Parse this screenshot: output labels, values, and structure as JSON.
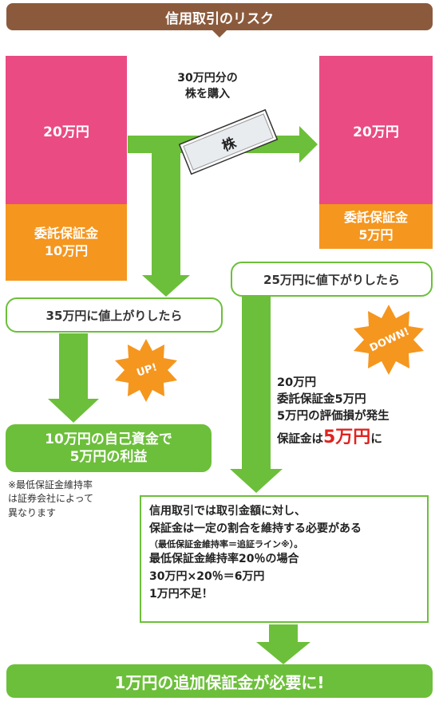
{
  "title": "信用取引のリスク",
  "left_top_box": "20万円",
  "left_margin_label": "委託保証金",
  "left_margin_value": "10万円",
  "purchase_note_line1": "30万円分の",
  "purchase_note_line2": "株を購入",
  "stock_label": "株",
  "right_top_box": "20万円",
  "right_margin_label": "委託保証金",
  "right_margin_value": "5万円",
  "up_scenario": "35万円に値上がりしたら",
  "down_scenario": "25万円に値下がりしたら",
  "up_badge": "UP!",
  "down_badge": "DOWN!",
  "profit_line1": "10万円の自己資金で",
  "profit_line2": "5万円の利益",
  "down_detail": {
    "line1": "20万円",
    "line2": "委託保証金5万円",
    "line3": "5万円の評価損が発生",
    "line4_prefix": "保証金は",
    "line4_emphasis": "5万円",
    "line4_suffix": "に"
  },
  "footnote_line1": "※最低保証金維持率",
  "footnote_line2": "は証券会社によって",
  "footnote_line3": "異なります",
  "explain": {
    "line1": "信用取引では取引金額に対し、",
    "line2": "保証金は一定の割合を維持する必要がある",
    "line3": "（最低保証金維持率＝追証ライン※）。",
    "line4": "最低保証金維持率20％の場合",
    "line5": "30万円×20％＝6万円",
    "line6": "1万円不足！"
  },
  "conclusion": "1万円の追加保証金が必要に!",
  "colors": {
    "pink": "#ea4b82",
    "orange": "#f5961f",
    "green": "#6cbf3a",
    "brown": "#8b5a3c",
    "red": "#e0231f"
  }
}
